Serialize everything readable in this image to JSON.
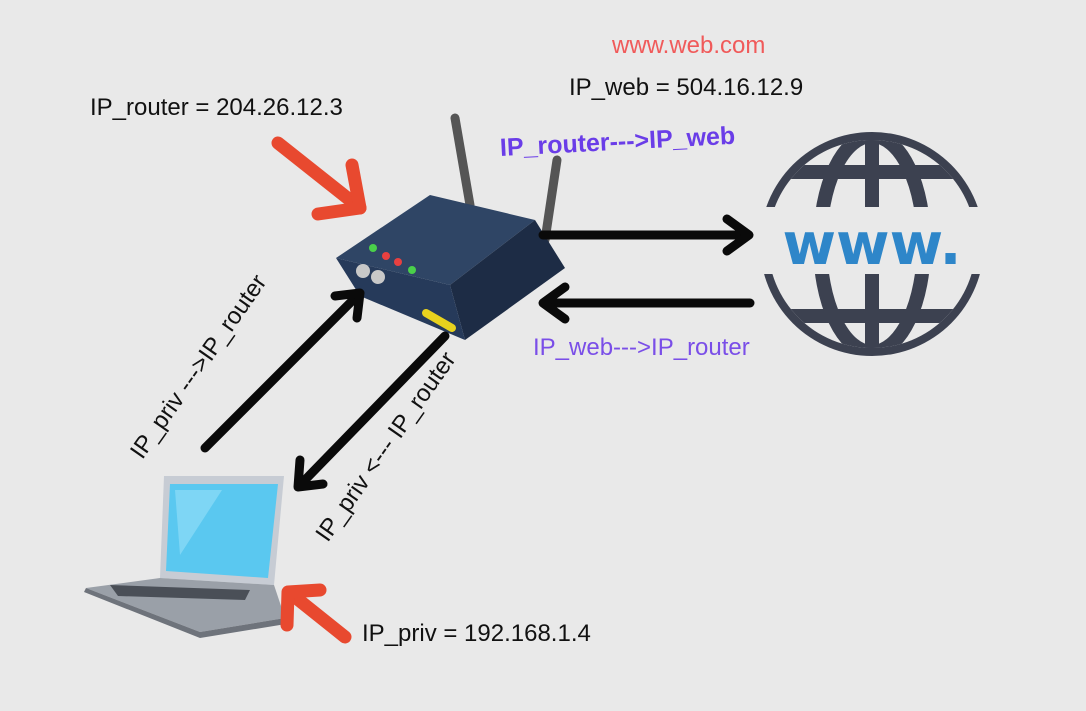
{
  "labels": {
    "web_domain": "www.web.com",
    "web_ip": "IP_web = 504.16.12.9",
    "router_ip": "IP_router = 204.26.12.3",
    "priv_ip": "IP_priv = 192.168.1.4",
    "request_out": "IP_router--->IP_web",
    "response_in": "IP_web--->IP_router",
    "priv_request": "IP_priv --->IP_router",
    "priv_response": "IP_priv <--- IP_router"
  },
  "globe": {
    "text": "www."
  },
  "colors": {
    "background": "#e9e9e9",
    "domain_text": "#f05a5a",
    "flow_text": "#6a3de8",
    "pointer_arrows": "#e8492f",
    "globe": "#3c4150",
    "globe_text": "#2e86c9",
    "router_body": "#2f4565"
  }
}
